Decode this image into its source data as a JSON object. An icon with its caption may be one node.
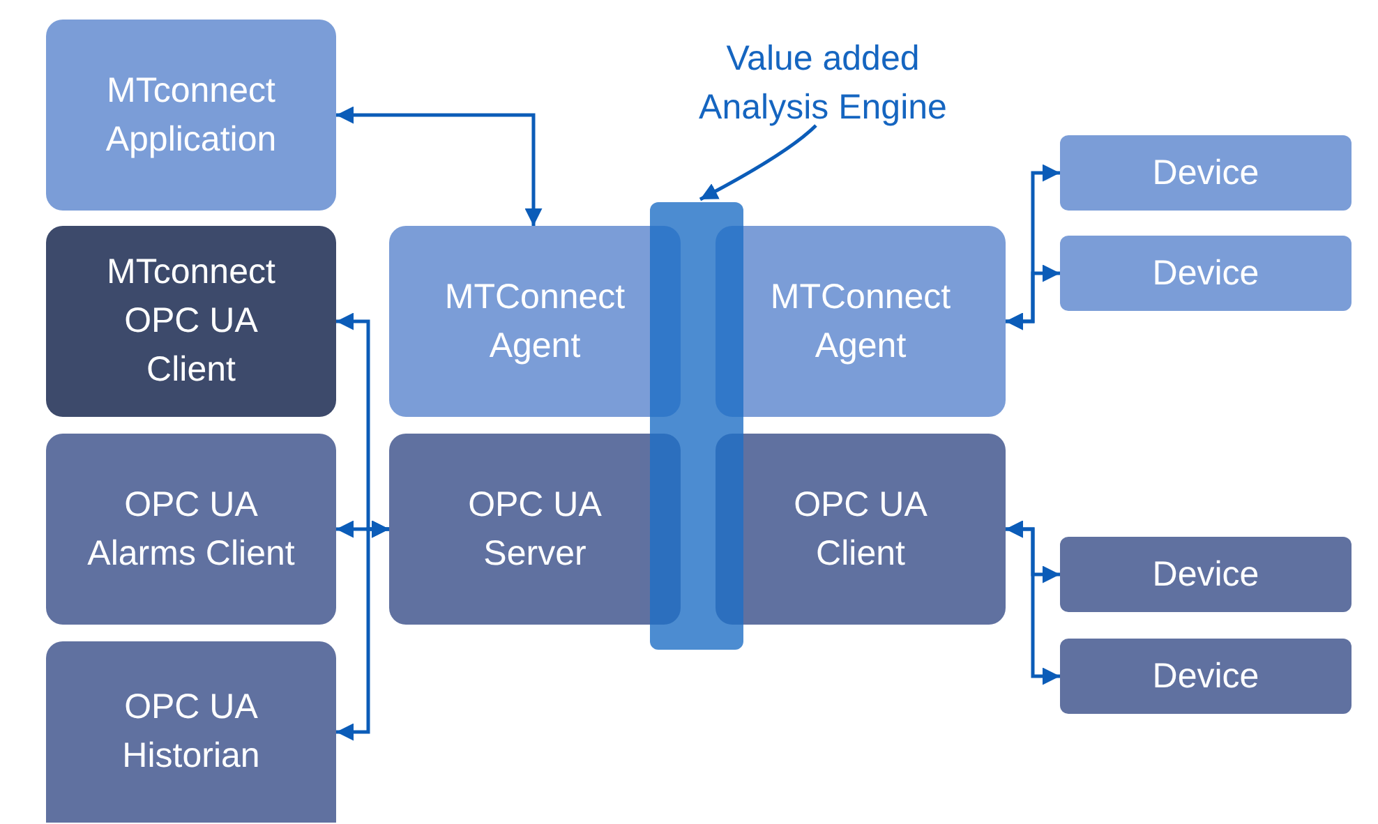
{
  "diagram": {
    "nodes": [
      {
        "text": [
          "MTconnect Application"
        ]
      },
      {
        "text": [
          "MTconnect OPC UA Client"
        ]
      },
      {
        "text": [
          "OPC UA Alarms Client"
        ]
      },
      {
        "text": [
          "OPC UA Historian"
        ]
      },
      {
        "text": [
          "MTConnect Agent"
        ]
      },
      {
        "text": [
          "MTConnect Agent"
        ]
      },
      {
        "text": [
          "OPC UA Server"
        ]
      },
      {
        "text": [
          "OPC UA Client"
        ]
      },
      {
        "text": [
          "Device"
        ]
      },
      {
        "text": [
          "Device"
        ]
      },
      {
        "text": [
          "Device"
        ]
      },
      {
        "text": [
          "Device"
        ]
      },
      {
        "text": [
          "Value added Analysis Engine"
        ]
      },
      {
        "text": [],
        "shape": "bar"
      }
    ],
    "edges": [
      {
        "from": 0,
        "to": 4,
        "arrow": "both"
      },
      {
        "from": 6,
        "to": 1,
        "arrow": "both"
      },
      {
        "from": 6,
        "to": 2,
        "arrow": "both"
      },
      {
        "from": 6,
        "to": 3,
        "arrow": "both"
      },
      {
        "from": 5,
        "to": 8,
        "arrow": "both"
      },
      {
        "from": 5,
        "to": 9,
        "arrow": "both"
      },
      {
        "from": 7,
        "to": 10,
        "arrow": "both"
      },
      {
        "from": 7,
        "to": 11,
        "arrow": "both"
      },
      {
        "from": 12,
        "to": 13,
        "arrow": "to"
      }
    ]
  }
}
